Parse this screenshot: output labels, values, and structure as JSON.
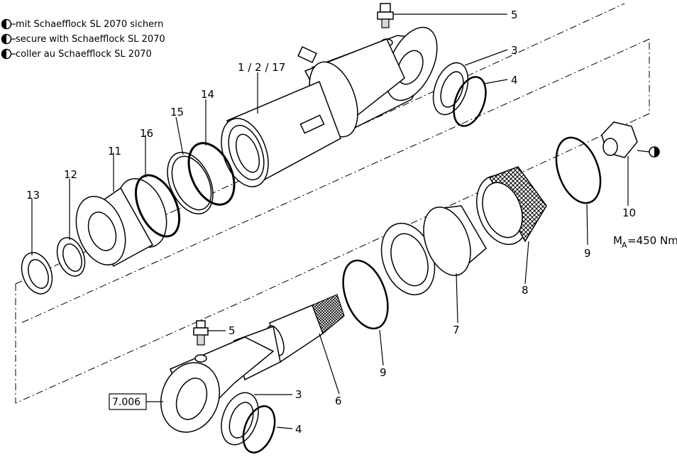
{
  "legend": [
    {
      "text": "mit Schaefflock SL 2070 sichern"
    },
    {
      "text": "secure with Schaefflock SL 2070"
    },
    {
      "text": "coller au Schaefflock SL 2070"
    }
  ],
  "labels": {
    "p1_2_17": "1 / 2 / 17",
    "p3_top": "3",
    "p4_top": "4",
    "p5_top": "5",
    "p9_right": "9",
    "p10": "10",
    "p11": "11",
    "p12": "12",
    "p13": "13",
    "p14": "14",
    "p15": "15",
    "p16": "16",
    "p8": "8",
    "p7": "7",
    "p6": "6",
    "p9_mid": "9",
    "p5_bot": "5",
    "p3_bot": "3",
    "p4_bot": "4"
  },
  "torque": {
    "prefix": "M",
    "sub": "A",
    "value": "=450 Nm"
  },
  "ref_box": "7.006"
}
